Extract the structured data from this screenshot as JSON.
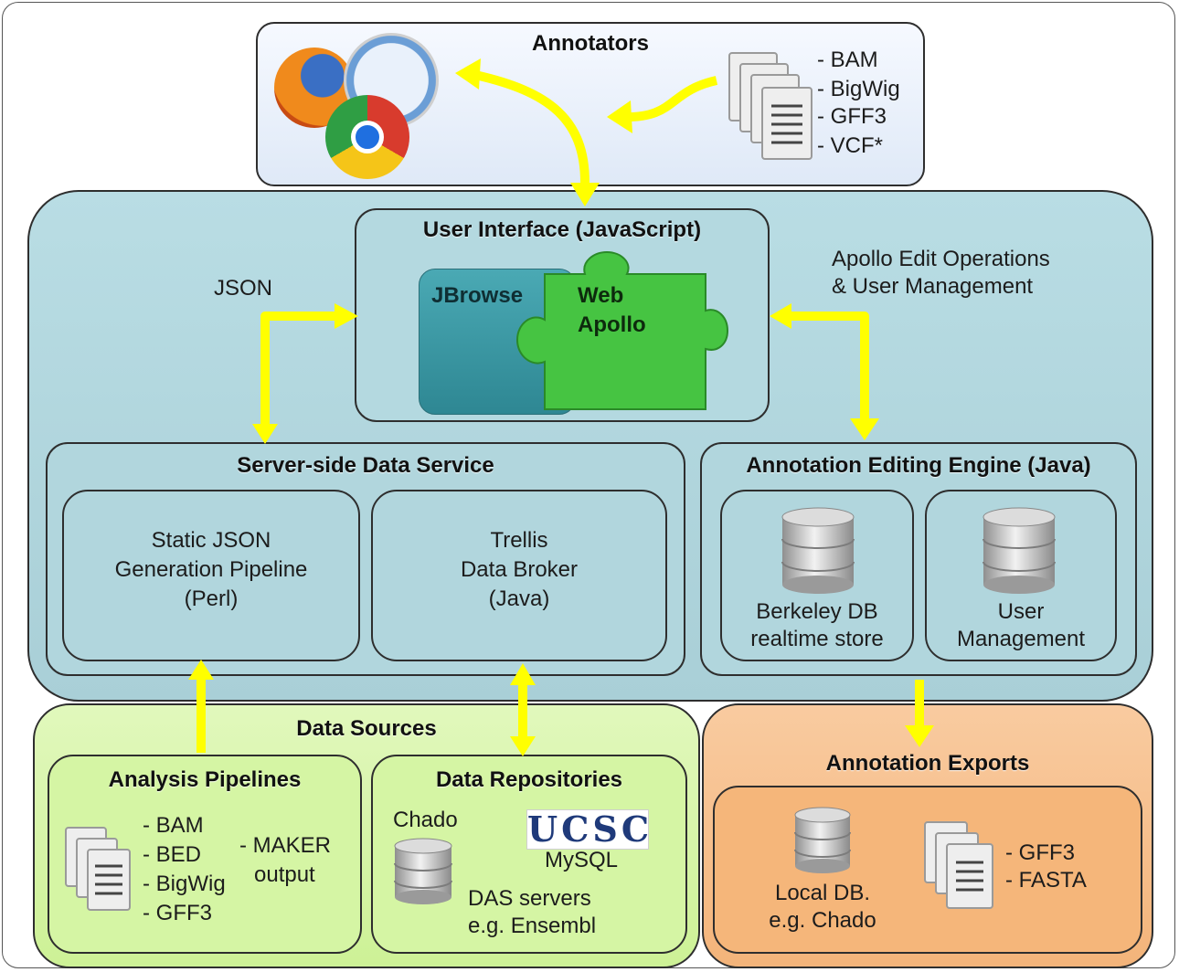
{
  "annotators": {
    "title": "Annotators",
    "formats": [
      "- BAM",
      "- BigWig",
      "- GFF3",
      "- VCF*"
    ]
  },
  "ui": {
    "title": "User Interface (JavaScript)",
    "jbrowse": "JBrowse",
    "webapollo_1": "Web",
    "webapollo_2": "Apollo"
  },
  "labels": {
    "json": "JSON",
    "apollo_ops_1": "Apollo Edit Operations",
    "apollo_ops_2": "& User Management"
  },
  "server": {
    "title": "Server-side Data Service",
    "static_1": "Static JSON",
    "static_2": "Generation Pipeline",
    "static_3": "(Perl)",
    "trellis_1": "Trellis",
    "trellis_2": "Data Broker",
    "trellis_3": "(Java)"
  },
  "engine": {
    "title": "Annotation Editing Engine (Java)",
    "berkeley_1": "Berkeley DB",
    "berkeley_2": "realtime store",
    "user_1": "User",
    "user_2": "Management"
  },
  "sources": {
    "title": "Data Sources",
    "pipelines_title": "Analysis Pipelines",
    "pipeline_formats": [
      "- BAM",
      "- BED",
      "- BigWig",
      "- GFF3"
    ],
    "maker_1": "- MAKER",
    "maker_2": "output",
    "repos_title": "Data Repositories",
    "chado": "Chado",
    "ucsc": "UCSC",
    "mysql": "MySQL",
    "das_1": "DAS servers",
    "das_2": "e.g. Ensembl"
  },
  "exports": {
    "title": "Annotation Exports",
    "local_1": "Local DB.",
    "local_2": "e.g. Chado",
    "formats": [
      "- GFF3",
      "- FASTA"
    ]
  },
  "colors": {
    "arrow": "#ffff00",
    "annotators_bg": "#e8f0fb",
    "core_bg": "#b2d7df",
    "sources_bg": "#d6f5a6",
    "exports_bg": "#f7c08e",
    "jbrowse": "#3e9aa5",
    "webapollo": "#3cbf3a"
  }
}
